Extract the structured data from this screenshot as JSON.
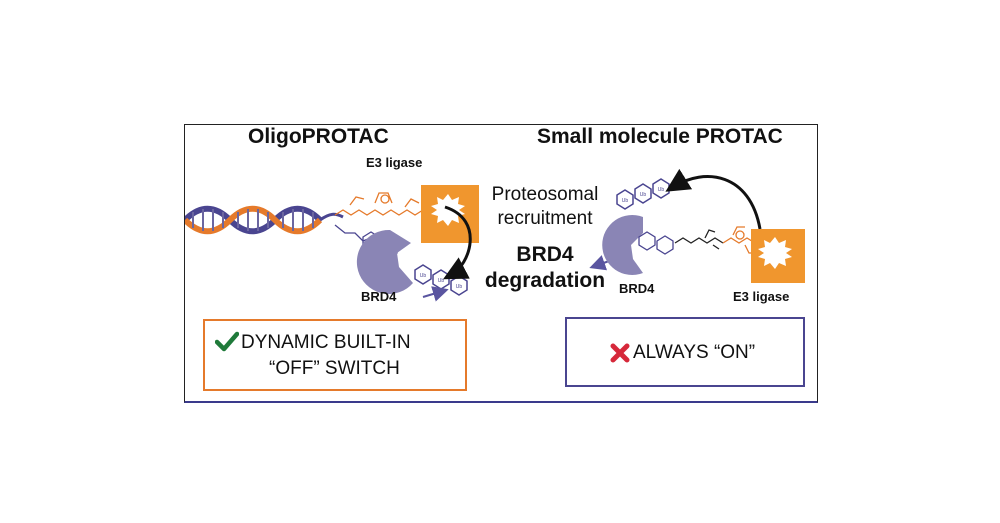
{
  "left_panel": {
    "title": "OligoPROTAC",
    "e3_label": "E3 ligase",
    "brd4_label": "BRD4",
    "ub_label": "Ub"
  },
  "center": {
    "line1": "Proteosomal",
    "line2": "recruitment",
    "line3": "BRD4",
    "line4": "degradation"
  },
  "right_panel": {
    "title": "Small molecule PROTAC",
    "e3_label": "E3 ligase",
    "brd4_label": "BRD4",
    "ub_label": "Ub"
  },
  "left_box": {
    "icon": "check-icon",
    "line1": "DYNAMIC BUILT-IN",
    "line2": "“OFF” SWITCH"
  },
  "right_box": {
    "icon": "x-mark-icon",
    "text": "ALWAYS “ON”"
  },
  "colors": {
    "orange": "#f0962e",
    "purple": "#7d78a8",
    "dark_purple": "#4a4590",
    "check_green": "#1f7a3a",
    "cross_red": "#d6283a"
  }
}
